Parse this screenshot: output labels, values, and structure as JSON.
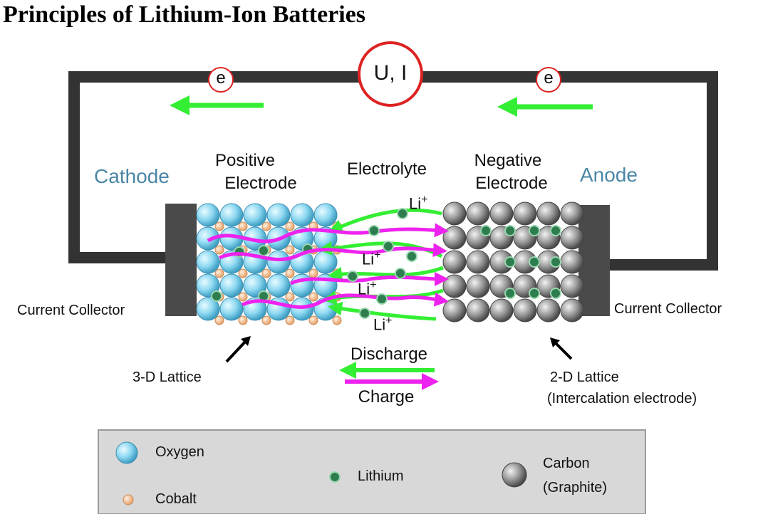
{
  "title": "Principles of Lithium-Ion Batteries",
  "meter": "U, I",
  "electron": "e",
  "labels": {
    "cathode": "Cathode",
    "anode": "Anode",
    "positive_electrode": [
      "Positive",
      "Electrode"
    ],
    "negative_electrode": [
      "Negative",
      "Electrode"
    ],
    "electrolyte": "Electrolyte",
    "current_collector_left": "Current Collector",
    "current_collector_right": "Current Collector",
    "lattice_3d": "3-D Lattice",
    "lattice_2d": [
      "2-D Lattice",
      "(Intercalation electrode)"
    ],
    "discharge": "Discharge",
    "charge": "Charge"
  },
  "ion_labels": [
    "Li",
    "Li",
    "Li",
    "Li"
  ],
  "ion_charge": "+",
  "legend": {
    "oxygen": "Oxygen",
    "cobalt": "Cobalt",
    "lithium": "Lithium",
    "carbon": [
      "Carbon",
      "(Graphite)"
    ]
  },
  "colors": {
    "wire": "#333333",
    "collector": "#4a4a4a",
    "oxygen": "#8fd9f2",
    "cobalt": "#f2c08f",
    "lithium": "#2e7d4f",
    "carbon": "#9a9a9a",
    "discharge_arrow": "#33ee33",
    "charge_arrow": "#ee22ee",
    "meter_ring": "#dd2222",
    "label_blue": "#4a86a6",
    "legend_bg": "#d8d8d8"
  }
}
